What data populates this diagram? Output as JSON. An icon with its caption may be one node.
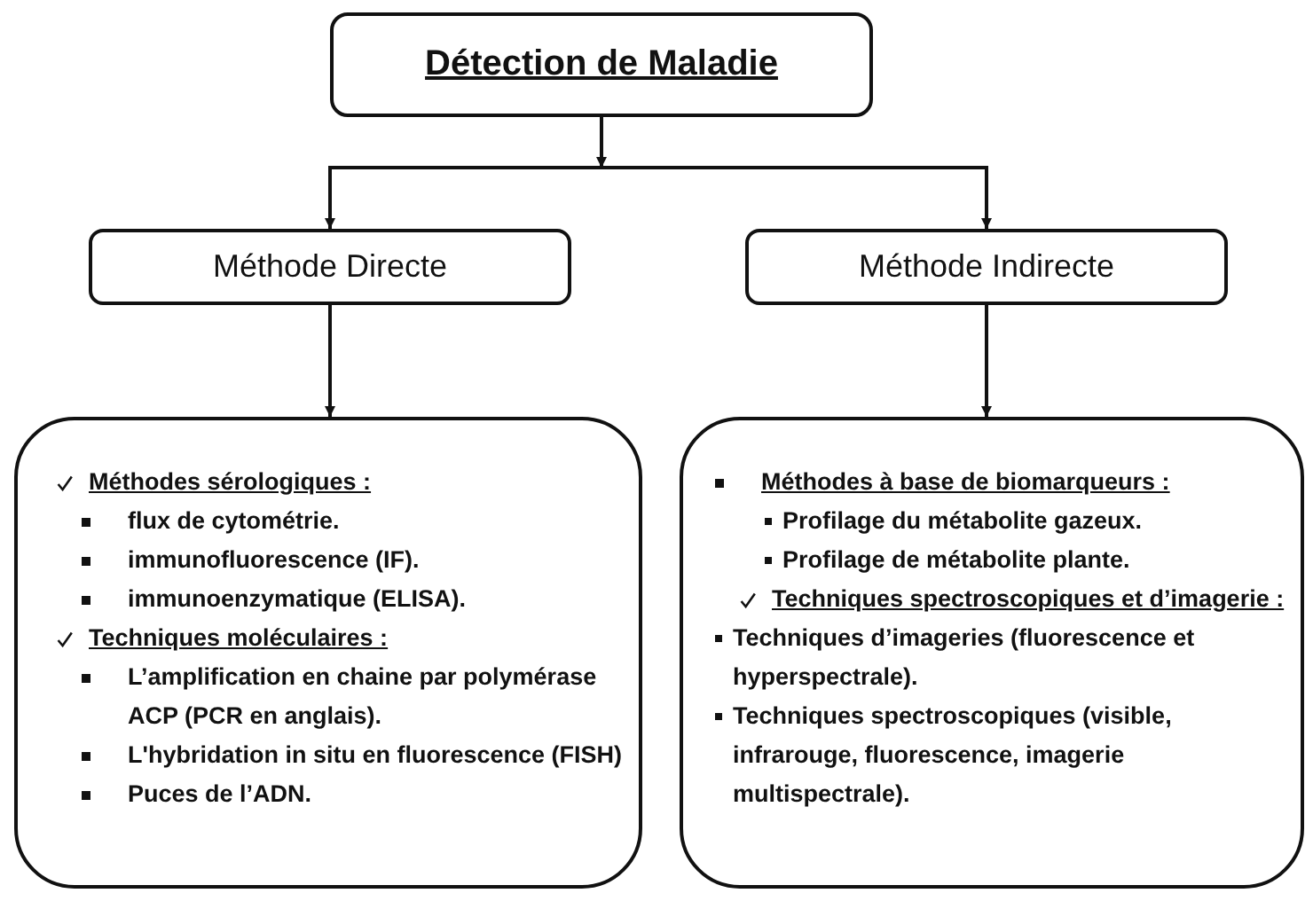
{
  "diagram": {
    "nodes": [
      {
        "text": [
          "Détection de Maladie"
        ]
      },
      {
        "text": [
          "Méthode Directe"
        ]
      },
      {
        "text": [
          "Méthode Indirecte"
        ]
      },
      {
        "text": [
          "Méthodes sérologiques :",
          "flux de cytométrie.",
          "immunofluorescence (IF).",
          "immunoenzymatique (ELISA).",
          "Techniques moléculaires :",
          "L’amplification en chaine par polymérase ACP (PCR en anglais).",
          "L'hybridation in situ en fluorescence  (FISH)",
          "Puces de l’ADN."
        ]
      },
      {
        "text": [
          "Méthodes à base de biomarqueurs :",
          "Profilage du métabolite gazeux.",
          "Profilage de métabolite plante.",
          "Techniques spectroscopiques et d’imagerie :",
          "Techniques d’imageries  (fluorescence et hyperspectrale).",
          "Techniques spectroscopiques (visible, infrarouge, fluorescence, imagerie multispectrale)."
        ]
      }
    ],
    "edges": [
      {
        "from": 0,
        "to": 1,
        "arrow": "to"
      },
      {
        "from": 0,
        "to": 2,
        "arrow": "to"
      },
      {
        "from": 1,
        "to": 3,
        "arrow": "to"
      },
      {
        "from": 2,
        "to": 4,
        "arrow": "to"
      }
    ]
  }
}
